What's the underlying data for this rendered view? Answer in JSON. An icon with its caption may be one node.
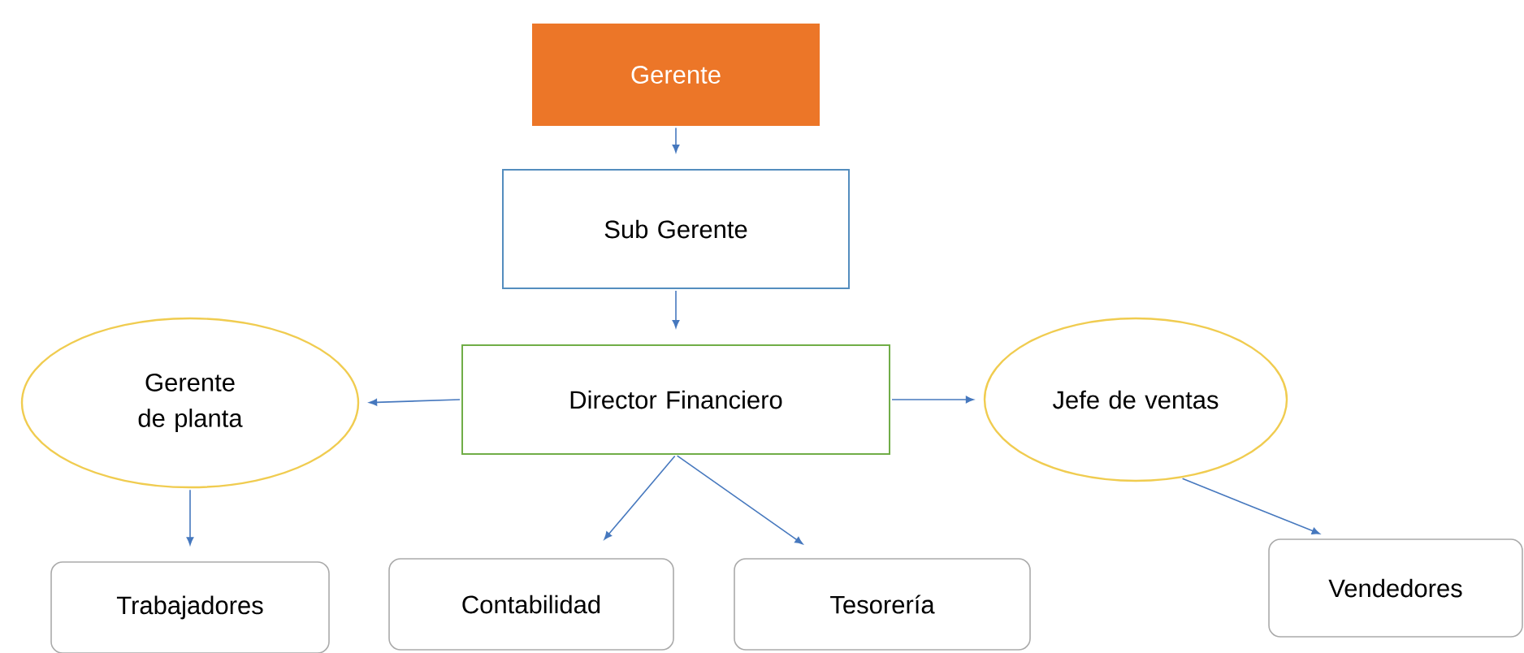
{
  "diagram": {
    "nodes": [
      {
        "text": [
          "Gerente"
        ]
      },
      {
        "text": [
          "Sub Gerente"
        ]
      },
      {
        "text": [
          "Gerente de planta"
        ]
      },
      {
        "text": [
          "Director Financiero"
        ]
      },
      {
        "text": [
          "Jefe de ventas"
        ]
      },
      {
        "text": [
          "Trabajadores"
        ]
      },
      {
        "text": [
          "Contabilidad"
        ]
      },
      {
        "text": [
          "Tesorería"
        ]
      },
      {
        "text": [
          "Vendedores"
        ]
      }
    ],
    "edges": [
      {
        "from": 0,
        "to": 1,
        "arrow": "to"
      },
      {
        "from": 1,
        "to": 3,
        "arrow": "to"
      },
      {
        "from": 3,
        "to": 2,
        "arrow": "to"
      },
      {
        "from": 3,
        "to": 4,
        "arrow": "to"
      },
      {
        "from": 2,
        "to": 5,
        "arrow": "to"
      },
      {
        "from": 3,
        "to": 6,
        "arrow": "to"
      },
      {
        "from": 3,
        "to": 7,
        "arrow": "to"
      },
      {
        "from": 4,
        "to": 8,
        "arrow": "to"
      }
    ]
  }
}
